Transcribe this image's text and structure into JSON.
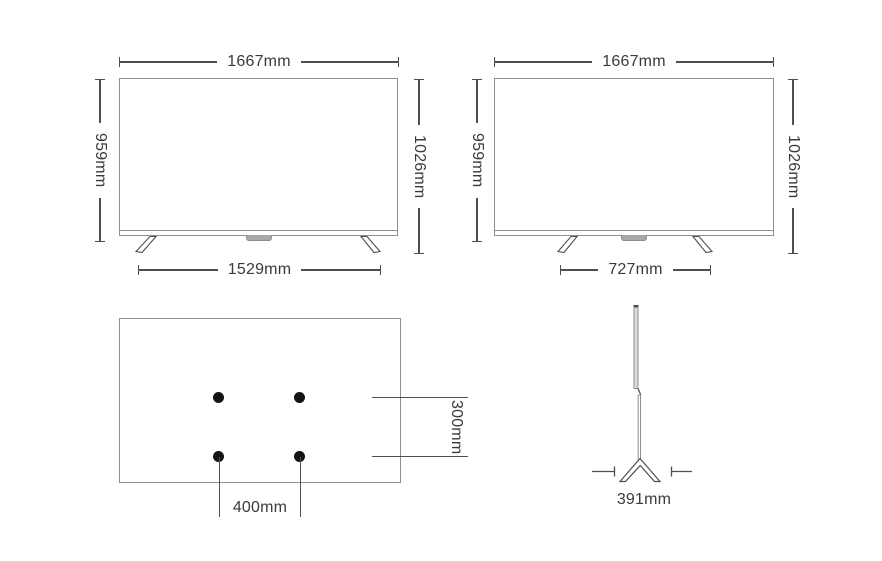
{
  "diagram": "tv-dimensions",
  "views": {
    "front_wide_stand": {
      "width_label": "1667mm",
      "panel_height_label": "959mm",
      "total_height_label": "1026mm",
      "stand_width_label": "1529mm"
    },
    "front_narrow_stand": {
      "width_label": "1667mm",
      "panel_height_label": "959mm",
      "total_height_label": "1026mm",
      "stand_width_label": "727mm"
    },
    "back": {
      "vesa_vertical_label": "300mm",
      "vesa_horizontal_label": "400mm",
      "mount_hole_count": 4
    },
    "side": {
      "stand_depth_label": "391mm"
    }
  },
  "colors": {
    "line": "#4f4f4f",
    "outline": "#8f8f8f",
    "text": "#3a3a3a",
    "module_fill": "#a8a8a8",
    "panel_fill": "#dcdcdc",
    "hole": "#141414",
    "background": "#ffffff"
  }
}
